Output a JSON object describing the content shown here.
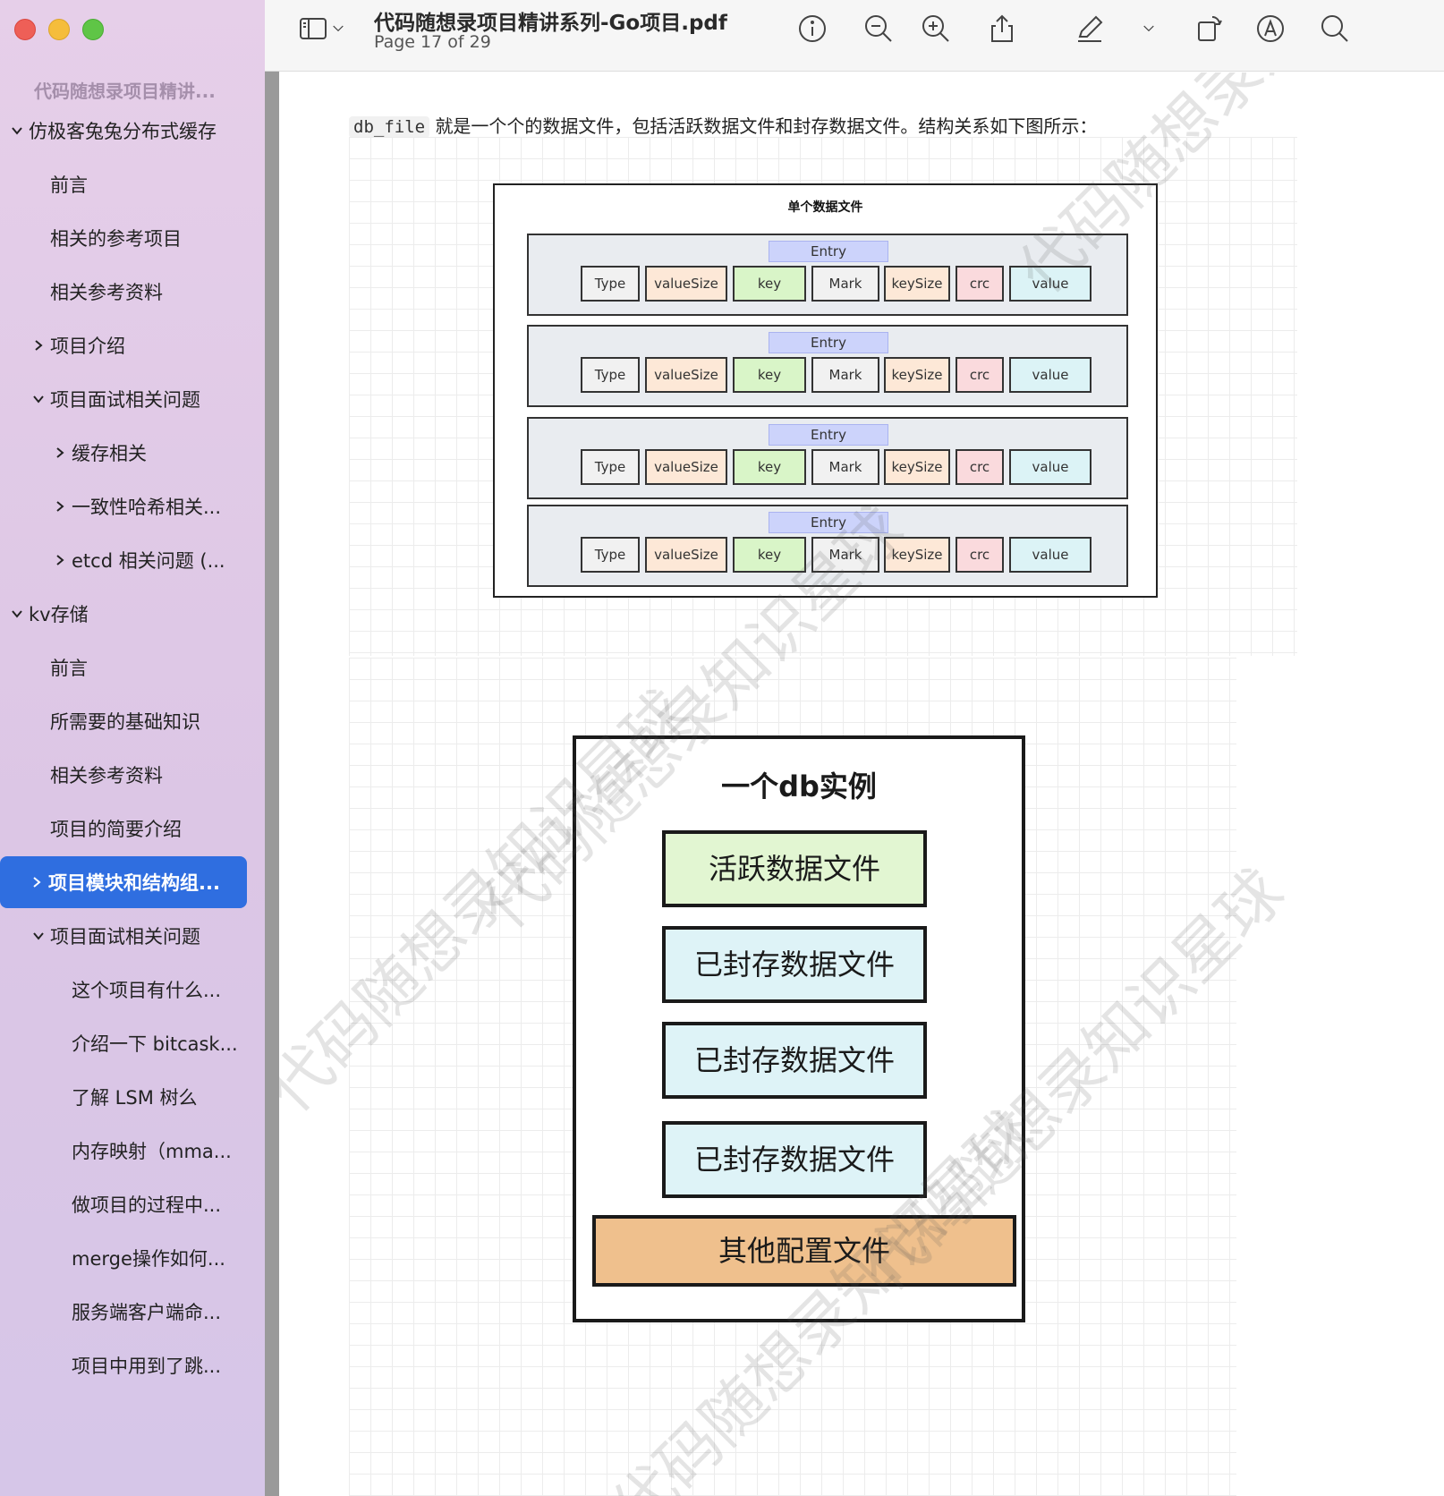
{
  "sidebar": {
    "doc_title": "代码随想录项目精讲...",
    "items": [
      {
        "label": "仿极客兔兔分布式缓存",
        "chevron": "down"
      },
      {
        "label": "前言",
        "chevron": ""
      },
      {
        "label": "相关的参考项目",
        "chevron": ""
      },
      {
        "label": "相关参考资料",
        "chevron": ""
      },
      {
        "label": "项目介绍",
        "chevron": "right"
      },
      {
        "label": "项目面试相关问题",
        "chevron": "down"
      },
      {
        "label": "缓存相关",
        "chevron": "right"
      },
      {
        "label": "一致性哈希相关...",
        "chevron": "right"
      },
      {
        "label": "etcd 相关问题 (...",
        "chevron": "right"
      },
      {
        "label": "kv存储",
        "chevron": "down"
      },
      {
        "label": "前言",
        "chevron": ""
      },
      {
        "label": "所需要的基础知识",
        "chevron": ""
      },
      {
        "label": "相关参考资料",
        "chevron": ""
      },
      {
        "label": "项目的简要介绍",
        "chevron": ""
      },
      {
        "label": "项目模块和结构组...",
        "chevron": "right",
        "active": true
      },
      {
        "label": "项目面试相关问题",
        "chevron": "down"
      },
      {
        "label": "这个项目有什么...",
        "chevron": ""
      },
      {
        "label": "介绍一下 bitcask...",
        "chevron": ""
      },
      {
        "label": "了解 LSM 树么",
        "chevron": ""
      },
      {
        "label": "内存映射（mma...",
        "chevron": ""
      },
      {
        "label": "做项目的过程中...",
        "chevron": ""
      },
      {
        "label": "merge操作如何...",
        "chevron": ""
      },
      {
        "label": "服务端客户端命...",
        "chevron": ""
      },
      {
        "label": "项目中用到了跳...",
        "chevron": ""
      }
    ]
  },
  "toolbar": {
    "title": "代码随想录项目精讲系列-Go项目.pdf",
    "page": "Page 17 of 29",
    "icons": [
      "sidebar-toggle-icon",
      "chevron-down-icon",
      "info-icon",
      "zoom-out-icon",
      "zoom-in-icon",
      "share-icon",
      "markup-pen-icon",
      "chevron-down-icon",
      "rotate-icon",
      "annotate-icon",
      "search-icon"
    ]
  },
  "content": {
    "intro_code": "db_file",
    "intro_text": "就是一个个的数据文件，包括活跃数据文件和封存数据文件。结构关系如下图所示：",
    "diagram1": {
      "title": "单个数据文件",
      "entry_label": "Entry",
      "fields": [
        {
          "label": "Type",
          "color": "#f1f1f1"
        },
        {
          "label": "valueSize",
          "color": "#fde8d7"
        },
        {
          "label": "key",
          "color": "#d9f5c8"
        },
        {
          "label": "Mark",
          "color": "#f1f1f1"
        },
        {
          "label": "keySize",
          "color": "#fde8d7"
        },
        {
          "label": "crc",
          "color": "#fadadd"
        },
        {
          "label": "value",
          "color": "#dcf3f6"
        }
      ],
      "entries": 4
    },
    "diagram2": {
      "title": "一个db实例",
      "files": [
        {
          "label": "活跃数据文件",
          "color": "#e2f6d2"
        },
        {
          "label": "已封存数据文件",
          "color": "#def3f7"
        },
        {
          "label": "已封存数据文件",
          "color": "#def3f7"
        },
        {
          "label": "已封存数据文件",
          "color": "#def3f7"
        },
        {
          "label": "其他配置文件",
          "color": "#efc08d"
        }
      ]
    },
    "watermark": "代码随想录知识星球"
  },
  "colors": {
    "accent": "#2f6ee0",
    "sidebar": "#e2cbe8"
  }
}
